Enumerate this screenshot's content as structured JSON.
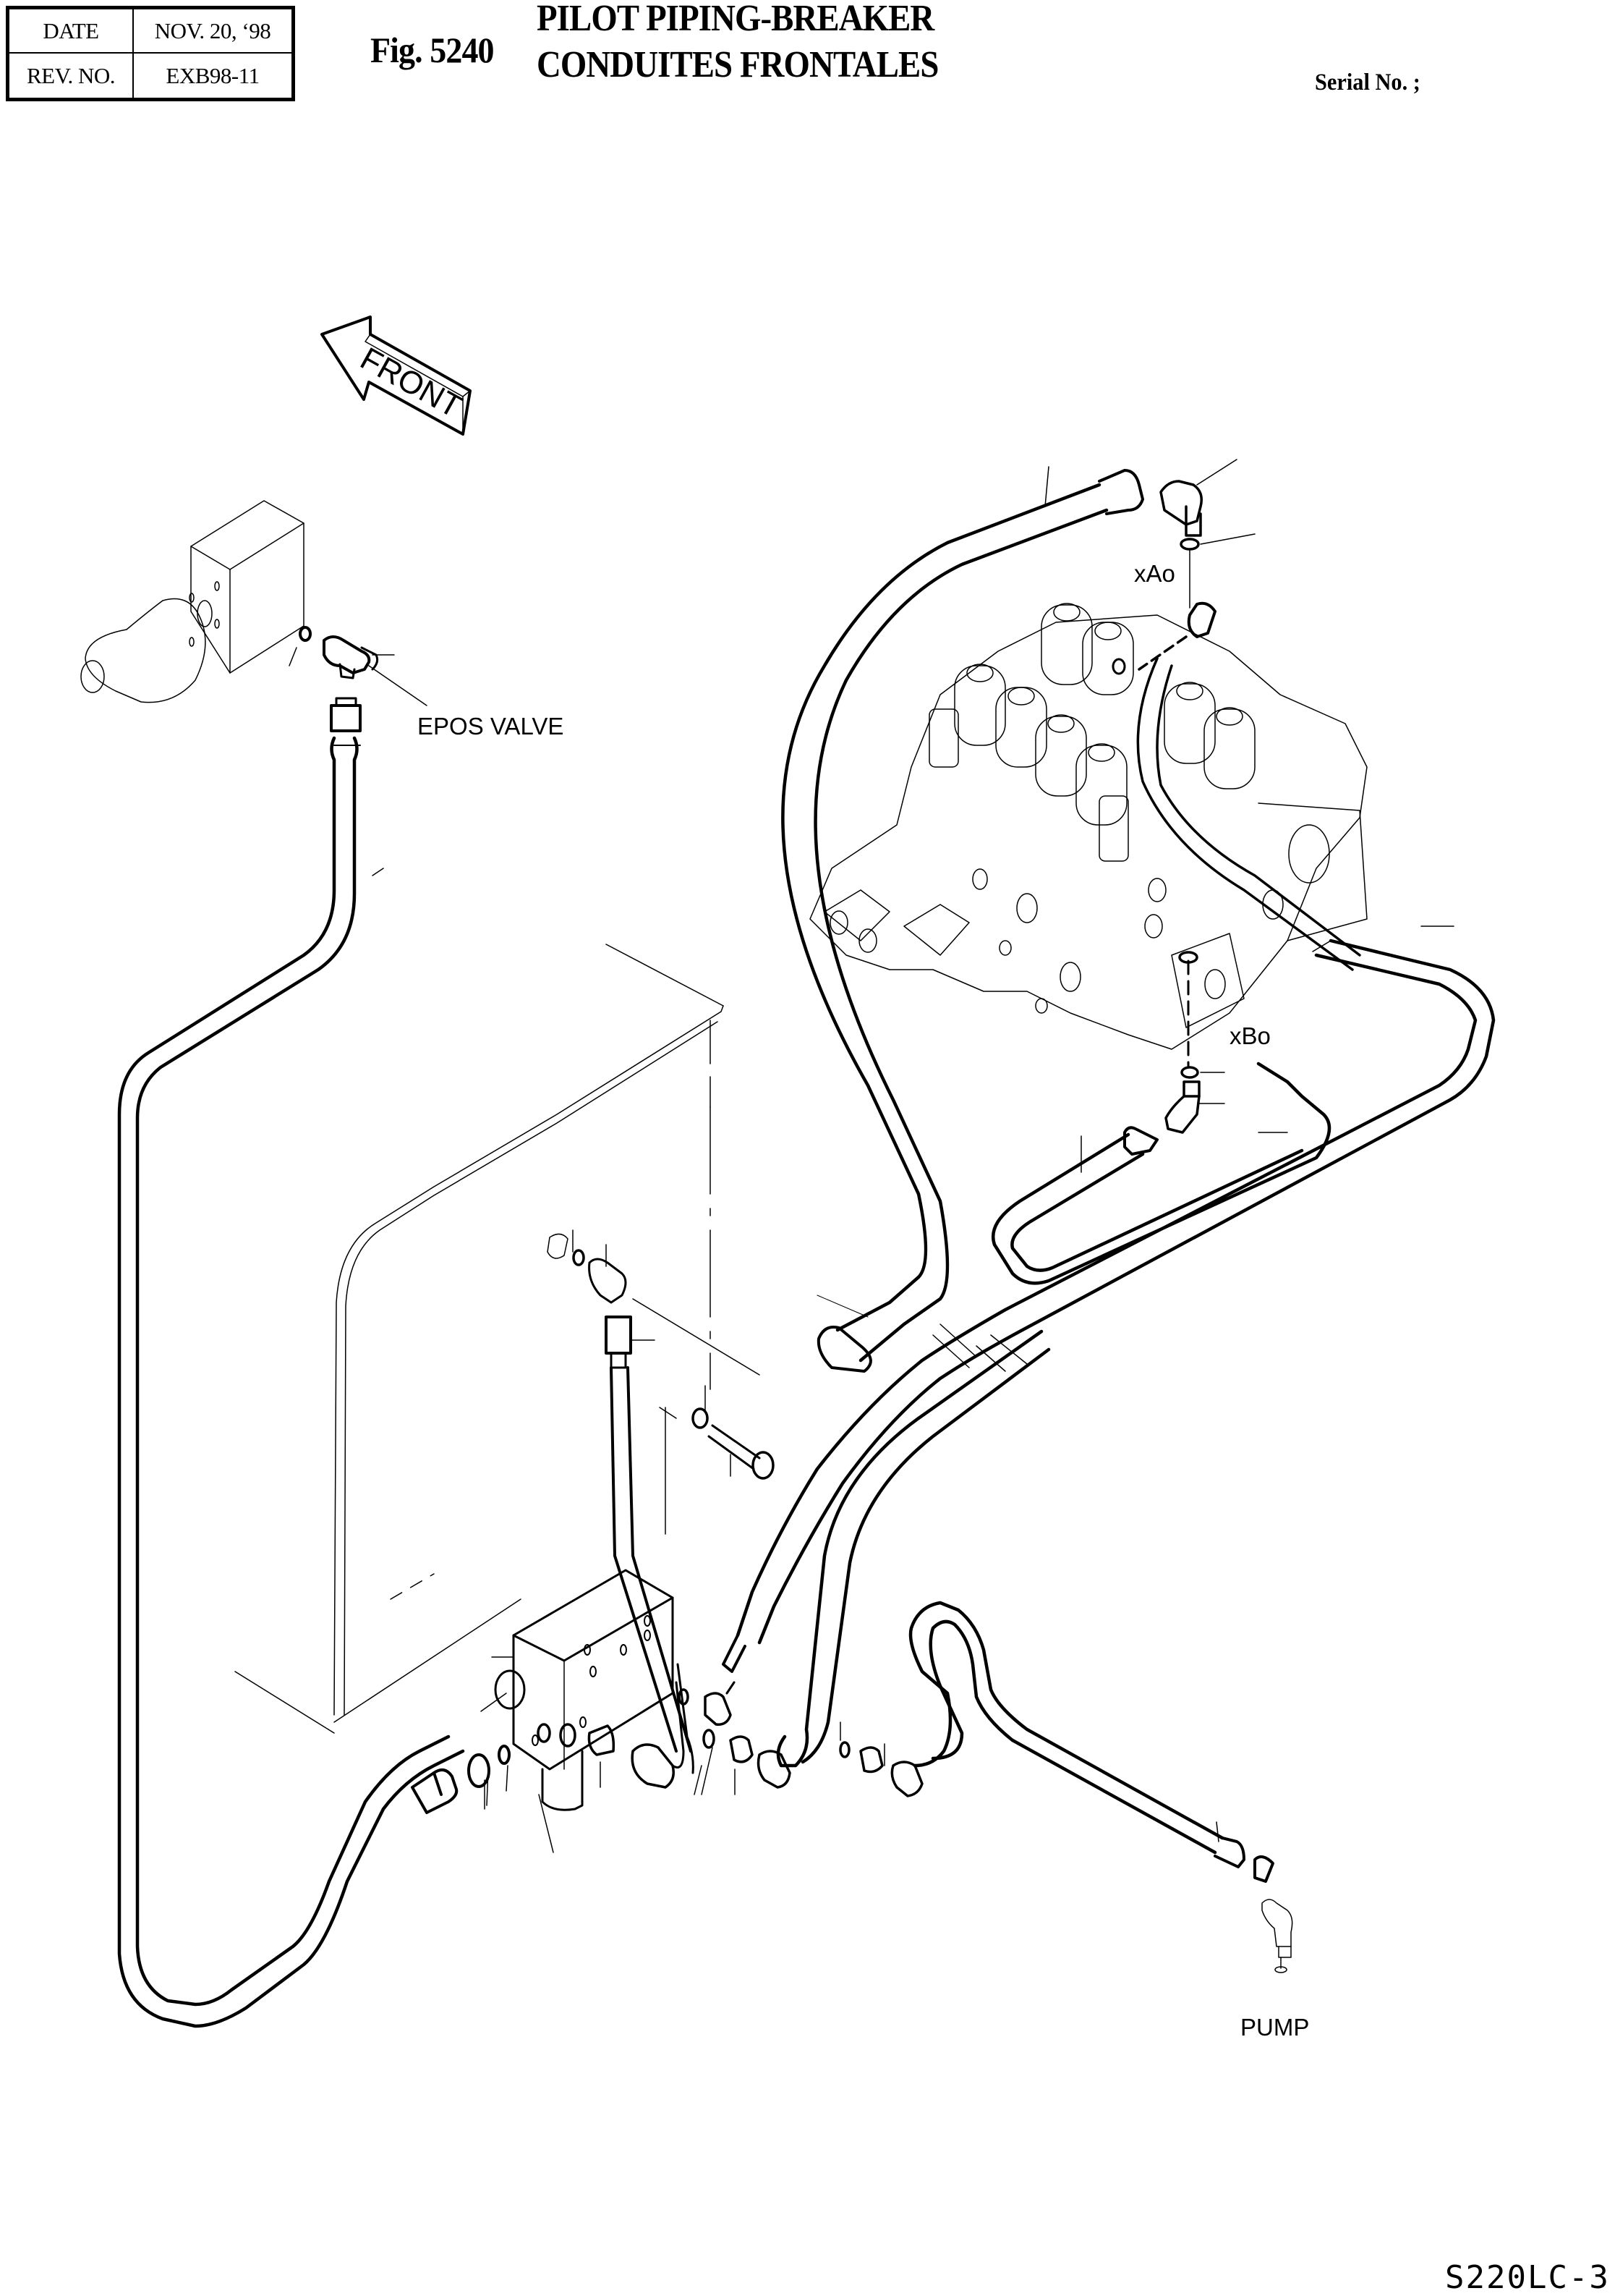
{
  "header": {
    "date_label": "DATE",
    "date_value": "NOV. 20, ‘98",
    "rev_label": "REV. NO.",
    "rev_value": "EXB98-11",
    "fig_number": "Fig. 5240",
    "title_line1": "PILOT PIPING-BREAKER",
    "title_line2": "CONDUITES FRONTALES",
    "serial_label": "Serial No. ;"
  },
  "diagram": {
    "direction_arrow_text": "FRONT",
    "callouts": {
      "epos_valve": "EPOS  VALVE",
      "port_a": "xAo",
      "port_b": "xBo",
      "pump": "PUMP"
    },
    "components": [
      "epos-valve-block",
      "accumulator",
      "main-control-valve",
      "breaker-manifold-block",
      "pilot-hose-left-loop",
      "pilot-hose-upper-arc",
      "pilot-hose-xbo-line",
      "pilot-hose-pump-line",
      "cab-frame-outline"
    ]
  },
  "footer": {
    "model_code": "S220LC-3"
  }
}
